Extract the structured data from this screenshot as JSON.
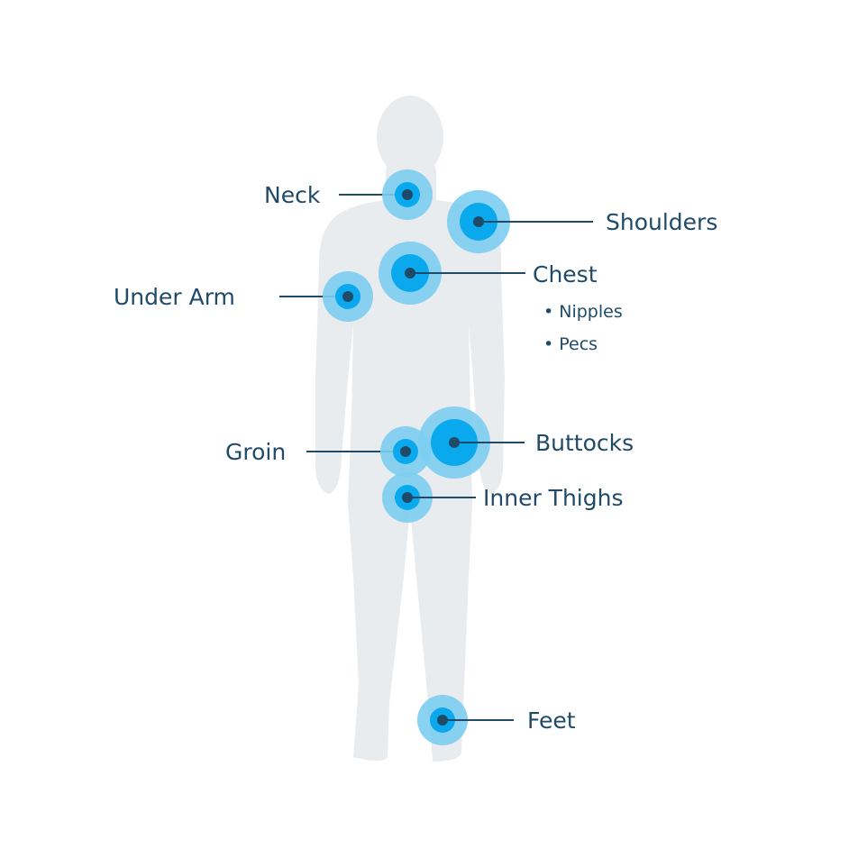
{
  "colors": {
    "body": "#e8ecef",
    "outer_ring": "#7ccdf0",
    "inner_ring": "#0aa8ec",
    "dot": "#1f4a68",
    "text": "#1f4a68"
  },
  "labels": {
    "neck": "Neck",
    "shoulders": "Shoulders",
    "chest": "Chest",
    "nipples": "• Nipples",
    "pecs": "• Pecs",
    "under_arm": "Under Arm",
    "groin": "Groin",
    "buttocks": "Buttocks",
    "inner_thighs": "Inner Thighs",
    "feet": "Feet"
  }
}
